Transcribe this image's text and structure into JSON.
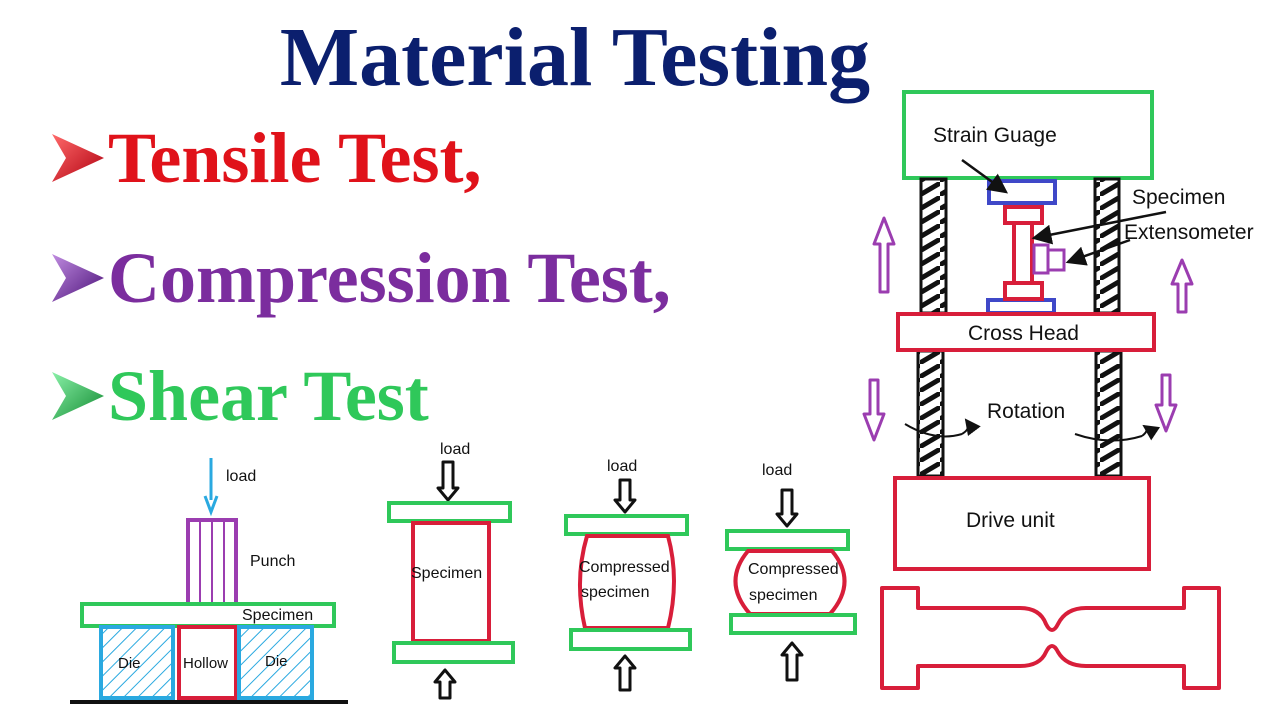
{
  "title": "Material Testing",
  "bullets": [
    {
      "label": "Tensile Test,",
      "color": "#e0121a",
      "icon": "arrow-bullet-icon"
    },
    {
      "label": "Compression Test,",
      "color": "#7b2d9e",
      "icon": "arrow-bullet-icon"
    },
    {
      "label": "Shear Test",
      "color": "#2fc85a",
      "icon": "arrow-bullet-icon"
    }
  ],
  "shear": {
    "load": "load",
    "punch": "Punch",
    "specimen": "Specimen",
    "die_left": "Die",
    "hollow": "Hollow",
    "die_right": "Die"
  },
  "compression": {
    "panel1": {
      "load": "load",
      "specimen": "Specimen"
    },
    "panel2": {
      "load": "load",
      "specimen_line1": "Compressed",
      "specimen_line2": "specimen"
    },
    "panel3": {
      "load": "load",
      "specimen_line1": "Compressed",
      "specimen_line2": "specimen"
    }
  },
  "utm": {
    "strain_gauge": "Strain Guage",
    "specimen": "Specimen",
    "extensometer": "Extensometer",
    "cross_head": "Cross Head",
    "rotation": "Rotation",
    "drive_unit": "Drive unit"
  },
  "colors": {
    "green": "#2fc85a",
    "red": "#d81e3a",
    "purple": "#9b3db0",
    "blue": "#3f48c8",
    "cyan": "#2aa9e0",
    "navy": "#0b1f6e"
  }
}
